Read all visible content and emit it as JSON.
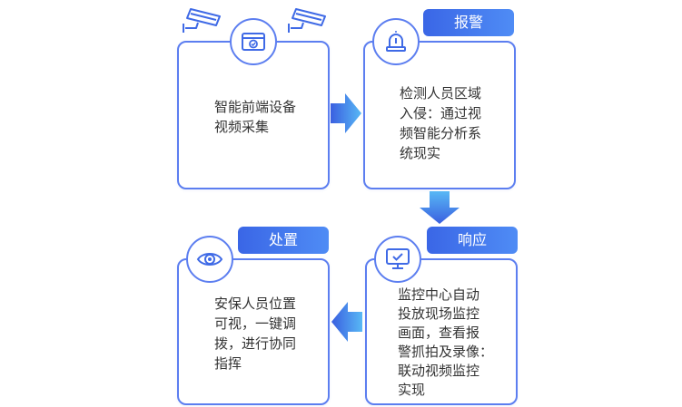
{
  "steps": [
    {
      "id": "capture",
      "text": "智能前端设备\n视频采集",
      "icon": "monitor-check-icon"
    },
    {
      "id": "alarm",
      "tag": "报警",
      "text": "检测人员区域\n入侵：通过视\n频智能分析系\n统现实",
      "icon": "alarm-light-icon"
    },
    {
      "id": "respond",
      "tag": "响应",
      "text": "监控中心自动\n投放现场监控\n画面，查看报\n警抓拍及录像：\n联动视频监控\n实现",
      "icon": "monitor-check-icon"
    },
    {
      "id": "handle",
      "tag": "处置",
      "text": "安保人员位置\n可视，一键调\n拨，进行协同\n指挥",
      "icon": "eye-icon"
    }
  ],
  "decor": {
    "camera_icons": [
      "cctv-camera-icon",
      "cctv-camera-icon"
    ]
  },
  "colors": {
    "accent": "#5c7ef0",
    "arrow_start": "#3a5fe0",
    "arrow_end": "#58b8f5",
    "tag": "#3f72ea"
  }
}
